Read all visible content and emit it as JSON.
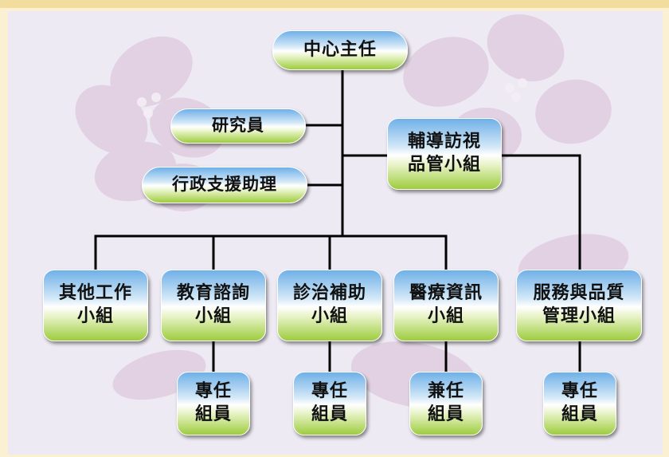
{
  "title_nodes": {
    "director": "中心主任",
    "researcher": "研究員",
    "admin_assistant": "行政支援助理",
    "guidance_line1": "輔導訪視",
    "guidance_line2": "品管小組"
  },
  "groups": [
    {
      "line1": "其他工作",
      "line2": "小組"
    },
    {
      "line1": "教育諮詢",
      "line2": "小組"
    },
    {
      "line1": "診治補助",
      "line2": "小組"
    },
    {
      "line1": "醫療資訊",
      "line2": "小組"
    },
    {
      "line1": "服務與品質",
      "line2": "管理小組"
    }
  ],
  "members": [
    {
      "line1": "專任",
      "line2": "組員"
    },
    {
      "line1": "專任",
      "line2": "組員"
    },
    {
      "line1": "兼任",
      "line2": "組員"
    },
    {
      "line1": "專任",
      "line2": "組員"
    }
  ],
  "colors": {
    "background": "#eeeaf3",
    "frame": "#fbf1d2",
    "flower": "#d9c3d8",
    "connector": "#000000",
    "box_top": "#6fb0e8",
    "box_bottom": "#9dcc3e"
  }
}
